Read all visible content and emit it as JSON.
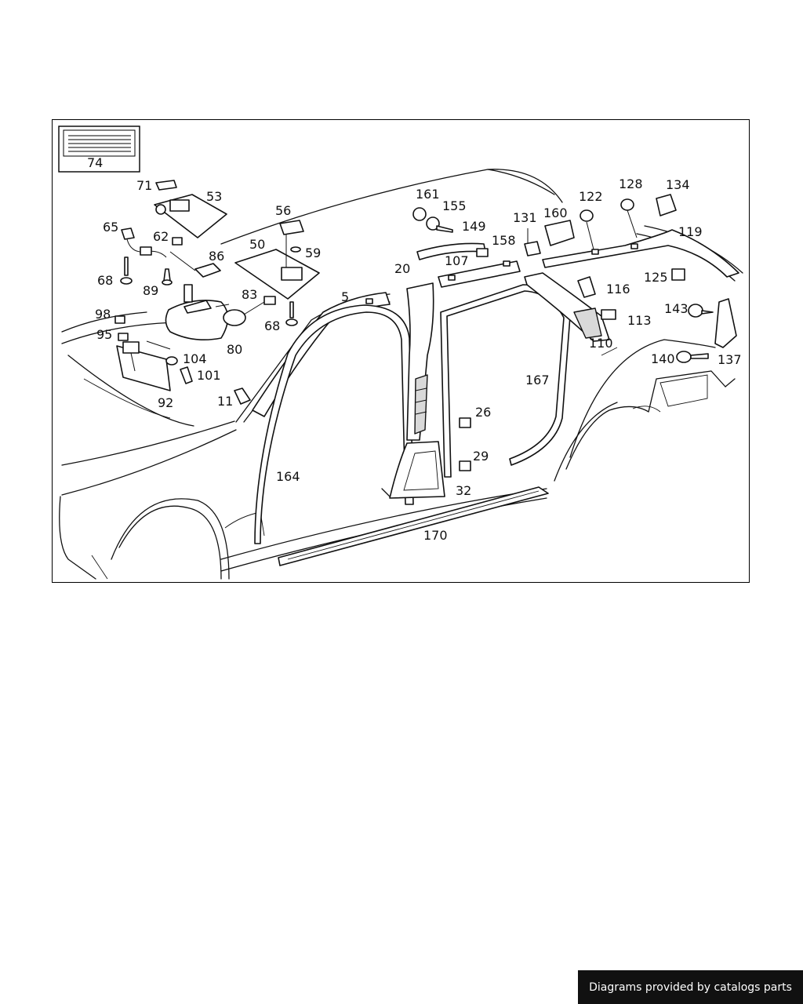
{
  "diagram": {
    "legend_box_label": "74",
    "part_numbers": {
      "p71": "71",
      "p53": "53",
      "p65": "65",
      "p62": "62",
      "p86": "86",
      "p68a": "68",
      "p89": "89",
      "p56": "56",
      "p50": "50",
      "p59": "59",
      "p83": "83",
      "p68b": "68",
      "p98": "98",
      "p95": "95",
      "p104": "104",
      "p101": "101",
      "p92": "92",
      "p80": "80",
      "p5": "5",
      "p11": "11",
      "p164": "164",
      "p161": "161",
      "p155": "155",
      "p149": "149",
      "p20": "20",
      "p107": "107",
      "p158": "158",
      "p131": "131",
      "p160": "160",
      "p122": "122",
      "p128": "128",
      "p134": "134",
      "p119": "119",
      "p125": "125",
      "p116": "116",
      "p113": "113",
      "p110": "110",
      "p143": "143",
      "p140": "140",
      "p137": "137",
      "p167": "167",
      "p26": "26",
      "p29": "29",
      "p32": "32",
      "p170": "170"
    }
  },
  "footer": {
    "credit_text": "Diagrams provided by catalogs parts"
  }
}
